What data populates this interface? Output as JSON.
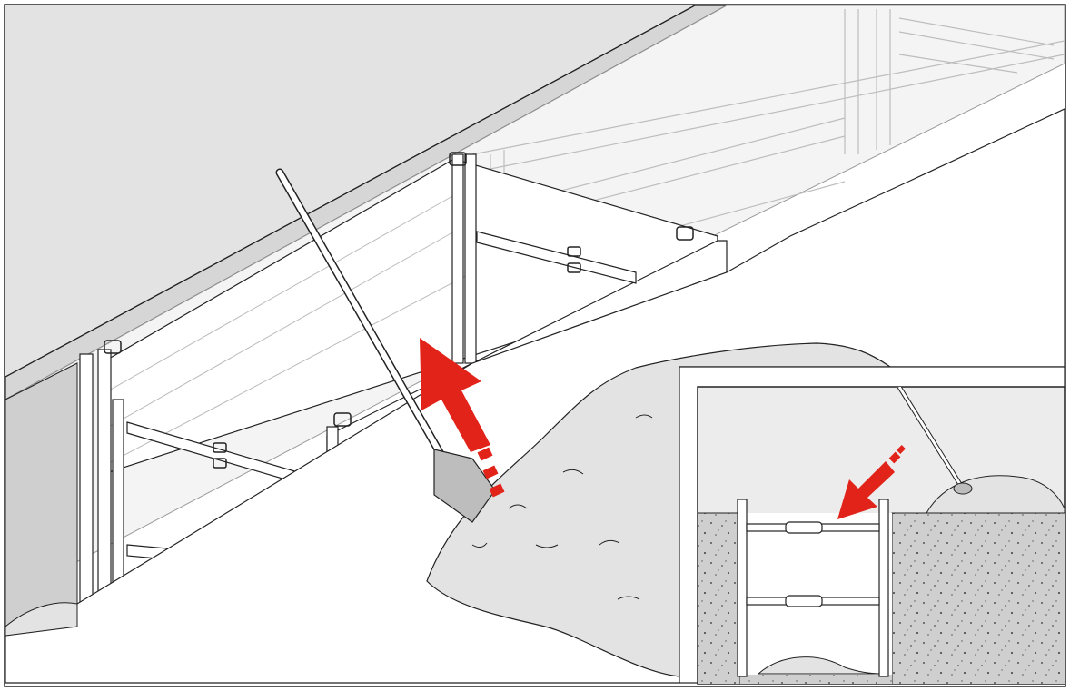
{
  "illustration": {
    "main_view": "trench-shoring-backfill",
    "inset_view": "trench-cross-section",
    "arrow_main_direction": "up",
    "arrow_inset_direction": "down-left"
  },
  "colors": {
    "ground": "#e3e3e3",
    "ground_dark": "#d2d2d2",
    "soil_section": "#cfcfcf",
    "line": "#222222",
    "light_line": "#bdbdbd",
    "panel": "#ffffff",
    "arrow": "#e2231a",
    "background": "#ffffff"
  }
}
